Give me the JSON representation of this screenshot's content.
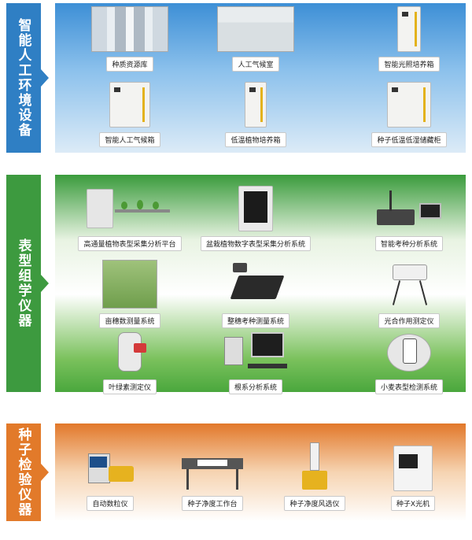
{
  "sections": [
    {
      "title": "智能人工环境设备",
      "items": [
        "种质资源库",
        "人工气候室",
        "智能光照培养箱",
        "智能人工气候箱",
        "低温植物培养箱",
        "种子低温低湿储藏柜"
      ]
    },
    {
      "title": "表型组学仪器",
      "items": [
        "高通量植物表型采集分析平台",
        "盆栽植物数字表型采集分析系统",
        "智能考种分析系统",
        "亩穗数测量系统",
        "整穗考种测量系统",
        "光合作用测定仪",
        "叶绿素测定仪",
        "根系分析系统",
        "小麦表型检测系统"
      ]
    },
    {
      "title": "种子检验仪器",
      "items": [
        "自动数粒仪",
        "种子净度工作台",
        "种子净度风选仪",
        "种子X光机"
      ]
    }
  ],
  "colors": {
    "blue": "#2f7fc4",
    "green": "#3d9a3f",
    "orange": "#e27a2a"
  }
}
